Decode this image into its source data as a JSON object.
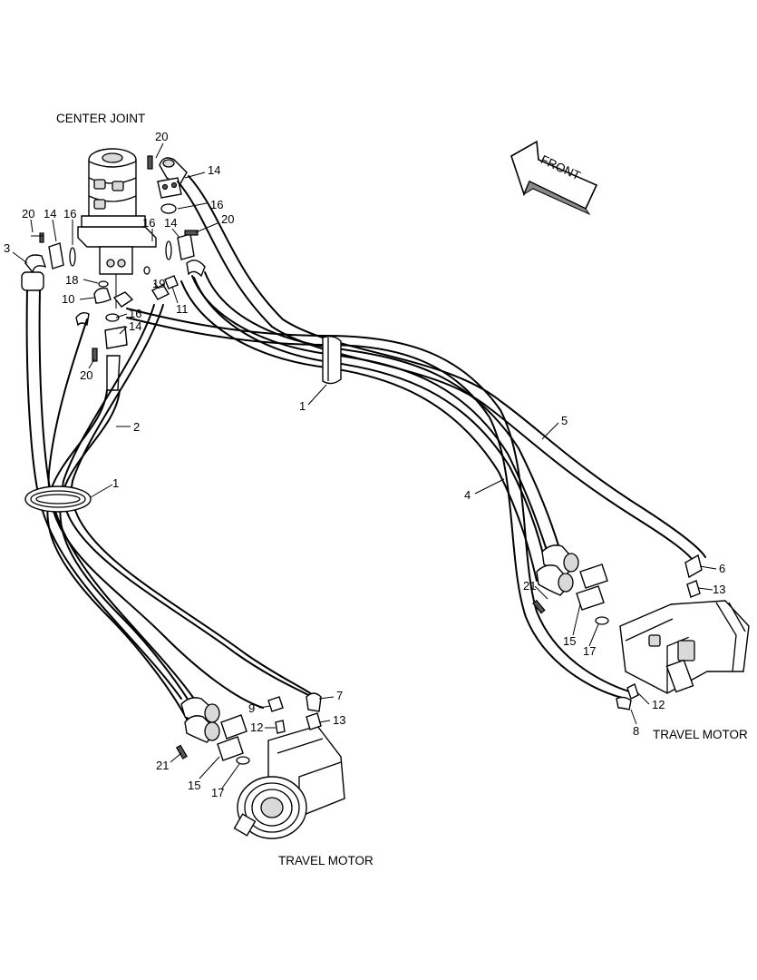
{
  "captions": {
    "center_joint": "CENTER JOINT",
    "travel_motor_left": "TRAVEL MOTOR",
    "travel_motor_right": "TRAVEL MOTOR",
    "front": "FRONT"
  },
  "callouts": [
    "20",
    "14",
    "16",
    "20",
    "14",
    "16",
    "16",
    "14",
    "20",
    "3",
    "18",
    "10",
    "19",
    "11",
    "16",
    "14",
    "20",
    "2",
    "1",
    "1",
    "5",
    "4",
    "6",
    "13",
    "21",
    "15",
    "17",
    "12",
    "8",
    "7",
    "9",
    "12",
    "13",
    "21",
    "15",
    "17"
  ]
}
